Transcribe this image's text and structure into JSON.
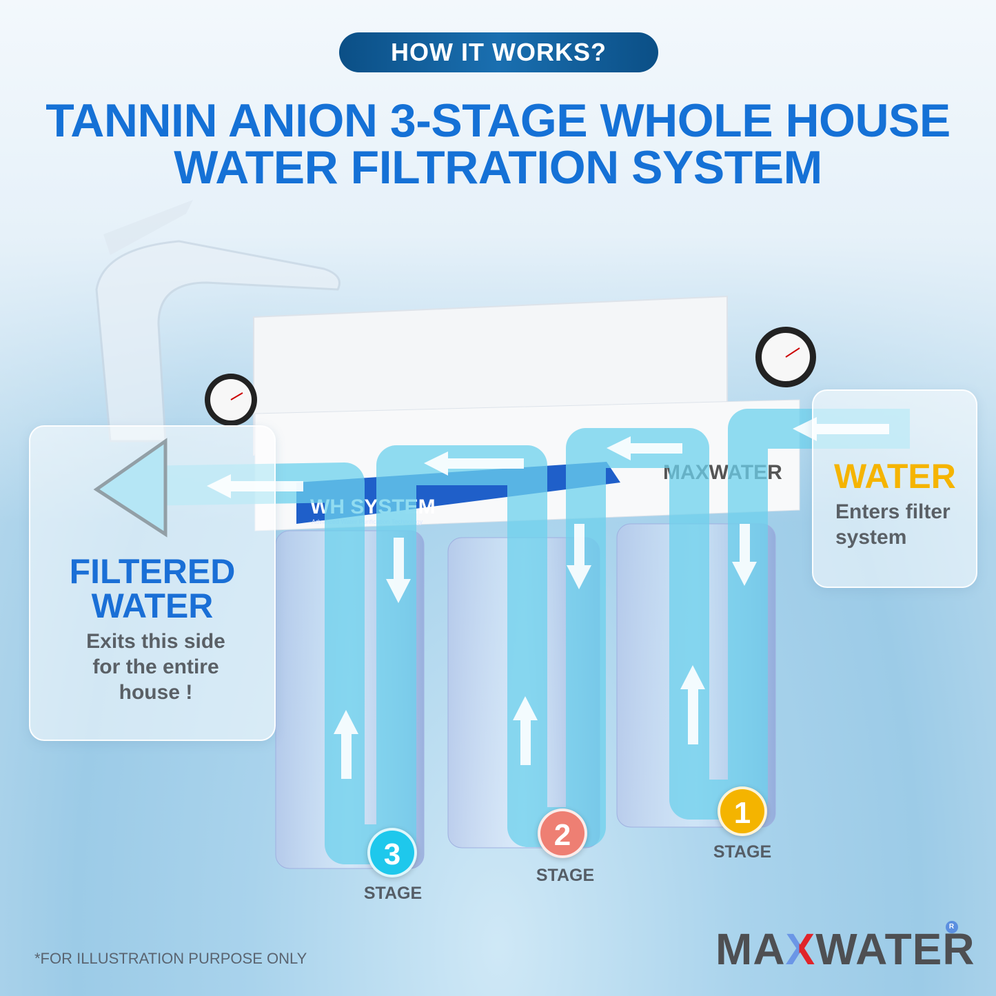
{
  "header": {
    "pill": "HOW IT WORKS?",
    "title_line1": "TANNIN ANION 3-STAGE WHOLE HOUSE",
    "title_line2": "WATER FILTRATION SYSTEM"
  },
  "left_box": {
    "heading_line1": "FILTERED",
    "heading_line2": "WATER",
    "text_line1": "Exits this side",
    "text_line2": "for the entire",
    "text_line3": "house !"
  },
  "right_box": {
    "heading": "WATER",
    "text_line1": "Enters filter",
    "text_line2": "system"
  },
  "product": {
    "label": "WH SYSTEM",
    "sublabel": "Advanced Water Purification Technology",
    "brand": "MAXWATER"
  },
  "stages": [
    {
      "number": "1",
      "label": "STAGE",
      "color": "#f4b400"
    },
    {
      "number": "2",
      "label": "STAGE",
      "color": "#ee7f73"
    },
    {
      "number": "3",
      "label": "STAGE",
      "color": "#1ec8ec"
    }
  ],
  "footnote": "*FOR ILLUSTRATION PURPOSE ONLY",
  "logo": {
    "text_a": "MA",
    "text_x": "X",
    "text_b": "WATER",
    "mark": "R"
  },
  "colors": {
    "title": "#1571d6",
    "water_heading": "#f5b400",
    "pill": "#0b4f86"
  }
}
